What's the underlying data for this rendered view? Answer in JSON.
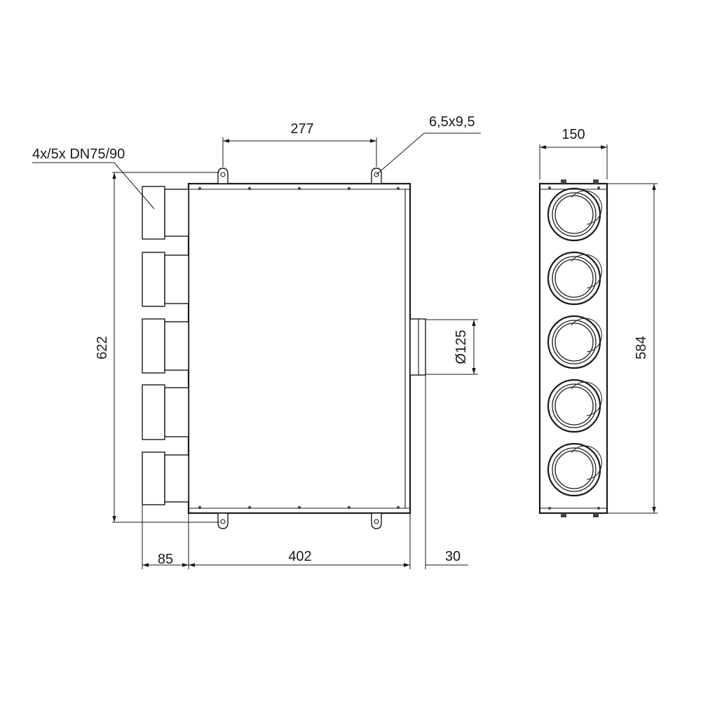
{
  "labels": {
    "spigots_spec": "4x/5x DN75/90",
    "slot_size": "6,5x9,5",
    "dim_slot_spacing": "277",
    "dim_front_width": "150",
    "dim_height_total": "622",
    "dim_diameter": "Ø125",
    "dim_height_front": "584",
    "dim_spigot_depth": "85",
    "dim_body_width": "402",
    "dim_outlet_depth": "30"
  },
  "front_view": {
    "port_count": 5
  },
  "side_view": {
    "spigot_count": 5
  }
}
